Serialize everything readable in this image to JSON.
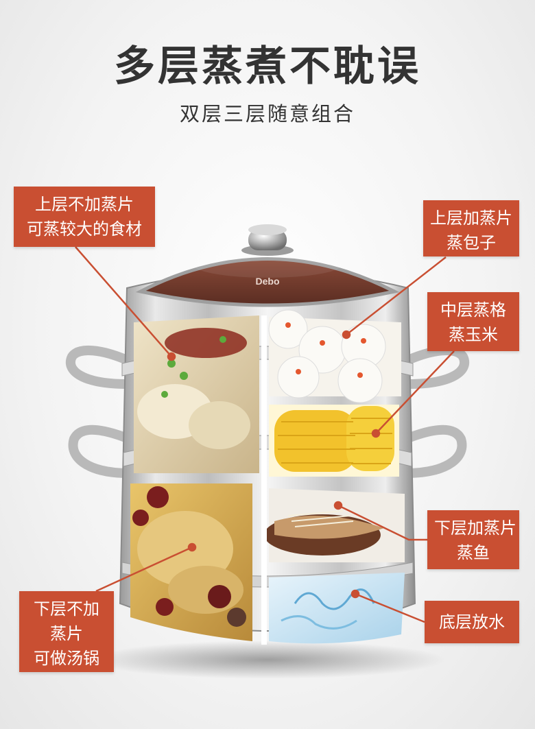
{
  "header": {
    "title": "多层蒸煮不耽误",
    "subtitle": "双层三层随意组合"
  },
  "pot": {
    "brand": "Debo"
  },
  "callouts": {
    "top_left": {
      "line1": "上层不加蒸片",
      "line2": "可蒸较大的食材"
    },
    "top_right": {
      "line1": "上层加蒸片",
      "line2": "蒸包子"
    },
    "mid_right": {
      "line1": "中层蒸格",
      "line2": "蒸玉米"
    },
    "low_right": {
      "line1": "下层加蒸片",
      "line2": "蒸鱼"
    },
    "low_left": {
      "line1": "下层不加",
      "line2": "蒸片",
      "line3": "可做汤锅"
    },
    "bottom": {
      "line1": "底层放水"
    }
  },
  "colors": {
    "callout_bg": "#c94f32",
    "leader_line": "#c94f32",
    "title_text": "#333333",
    "lid_glass": "#6e3a2c"
  }
}
